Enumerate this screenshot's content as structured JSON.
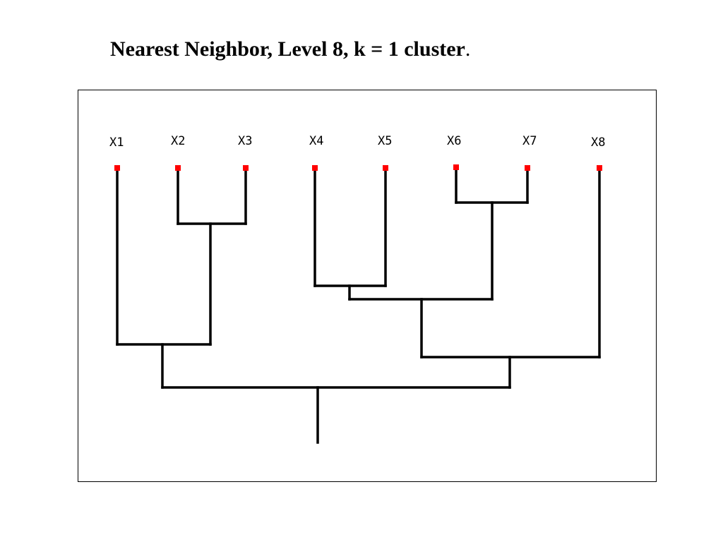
{
  "slide": {
    "title": "Nearest Neighbor, Level 8, k = 1 cluster",
    "title_period": "."
  },
  "dendrogram": {
    "leaves": [
      "X1",
      "X2",
      "X3",
      "X4",
      "X5",
      "X6",
      "X7",
      "X8"
    ],
    "merges": [
      {
        "children": [
          "X2",
          "X3"
        ]
      },
      {
        "children": [
          "X6",
          "X7"
        ]
      },
      {
        "children": [
          "X4",
          "X5"
        ]
      },
      {
        "children": [
          "X4-X5",
          "X6-X7"
        ]
      },
      {
        "children": [
          "X1",
          "X2-X3"
        ]
      },
      {
        "children": [
          "X4-X7",
          "X8"
        ]
      },
      {
        "children": [
          "X1-X3",
          "X4-X8"
        ]
      }
    ],
    "line_color": "#000000",
    "leaf_marker_color": "#ff0000"
  }
}
